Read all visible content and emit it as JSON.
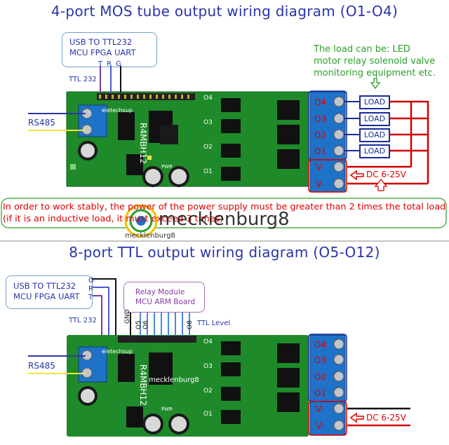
{
  "top": {
    "title": "4-port MOS tube output wiring diagram (O1-O4)",
    "usb_box": [
      "USB TO TTL232",
      "MCU FPGA UART"
    ],
    "trg": [
      "T",
      "R",
      "G"
    ],
    "ttl232": "TTL 232",
    "rs485": "RS485",
    "load_note": [
      "The load can be: LED",
      "motor relay solenoid valve",
      "monitoring equipment etc."
    ],
    "loads": [
      "LOAD",
      "LOAD",
      "LOAD",
      "LOAD"
    ],
    "dc_label": "DC 6-25V",
    "warning": "In order to work stably, the power of the power supply must be greater than 2 times the total load (if it is an inductive load, it must exceed 3 times)"
  },
  "watermark": {
    "text": "mecklenburg8",
    "small": "mecklenburg8"
  },
  "bottom": {
    "title": "8-port TTL output wiring diagram (O5-O12)",
    "usb_box": [
      "USB TO TTL232",
      "MCU FPGA UART"
    ],
    "trg": [
      "T",
      "R",
      "G"
    ],
    "ttl232": "TTL 232",
    "rs485": "RS485",
    "relay_box": [
      "Relay Module",
      "MCU ARM Board"
    ],
    "header_labels": [
      "GND",
      "O5",
      "O6",
      "O8"
    ],
    "ttl_level": "TTL Level",
    "dc_label": "DC 6-25V",
    "watermark_small": "mecklenburg8"
  },
  "board": {
    "chip_label": "R4MBH12",
    "port_labels": [
      "O4",
      "O3",
      "O2",
      "O1"
    ],
    "terminal_labels": [
      "O4",
      "O3",
      "O2",
      "O1",
      "V-",
      "V-"
    ],
    "pwr": "PWR",
    "brand": "eletechsup"
  },
  "colors": {
    "title_blue": "#2a35a8",
    "pcb_green": "#1f8a2a",
    "terminal_blue": "#1e72c8",
    "wire_red": "#d00000",
    "wire_black": "#111111",
    "note_green": "#2aa02a",
    "warning_red": "#e00000"
  }
}
